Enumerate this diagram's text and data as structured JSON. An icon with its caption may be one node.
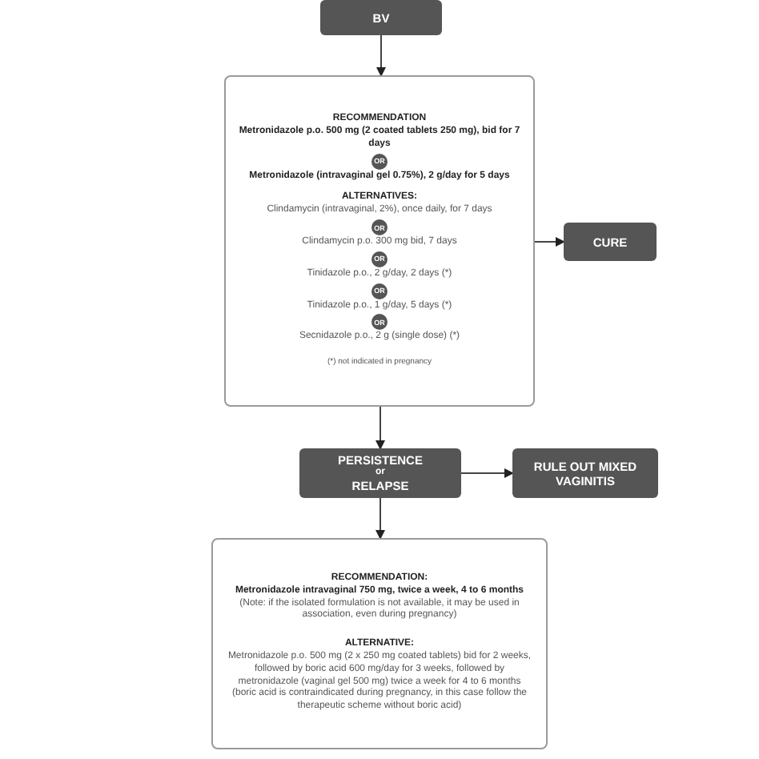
{
  "diagram": {
    "nodes": [
      {
        "text": [
          "BV"
        ]
      },
      {
        "text": [
          "RECOMMENDATION",
          "Metronidazole p.o. 500 mg (2 coated tablets 250 mg), bid for 7 days",
          "Metronidazole (intravaginal gel 0.75%), 2 g/day for 5 days",
          "ALTERNATIVES:",
          "Clindamycin (intravaginal, 2%), once daily, for 7 days",
          "Clindamycin p.o. 300 mg bid, 7 days",
          "Tinidazole p.o., 2 g/day, 2 days (*)",
          "Tinidazole p.o., 1 g/day, 5 days (*)",
          "Secnidazole p.o., 2 g (single dose) (*)",
          "(*) not indicated in pregnancy"
        ]
      },
      {
        "text": [
          "CURE"
        ]
      },
      {
        "text": [
          "PERSISTENCE",
          "or",
          "RELAPSE"
        ]
      },
      {
        "text": [
          "RULE OUT MIXED VAGINITIS"
        ]
      },
      {
        "text": [
          "RECOMMENDATION:",
          "Metronidazole intravaginal 750 mg, twice a week, 4 to 6 months",
          "(Note: if the isolated formulation is not available, it may be used in association, even during pregnancy)",
          "ALTERNATIVE:",
          "Metronidazole p.o. 500 mg (2 x 250 mg coated tablets) bid for 2 weeks, followed by boric acid 600 mg/day for 3 weeks, followed by metronidazole (vaginal gel 500 mg) twice a week for 4 to 6 months",
          "(boric acid is contraindicated during pregnancy, in this case follow the therapeutic scheme without boric acid)"
        ]
      },
      {
        "text": [
          "OR"
        ],
        "in": 1
      },
      {
        "text": [
          "OR"
        ],
        "in": 1
      },
      {
        "text": [
          "OR"
        ],
        "in": 1
      },
      {
        "text": [
          "OR"
        ],
        "in": 1
      },
      {
        "text": [
          "OR"
        ],
        "in": 1
      }
    ],
    "edges": [
      {
        "from": 0,
        "to": 1,
        "arrow": "to"
      },
      {
        "from": 1,
        "to": 2,
        "arrow": "to"
      },
      {
        "from": 1,
        "to": 3,
        "arrow": "to"
      },
      {
        "from": 3,
        "to": 4,
        "arrow": "to"
      },
      {
        "from": 3,
        "to": 5,
        "arrow": "to"
      }
    ]
  }
}
